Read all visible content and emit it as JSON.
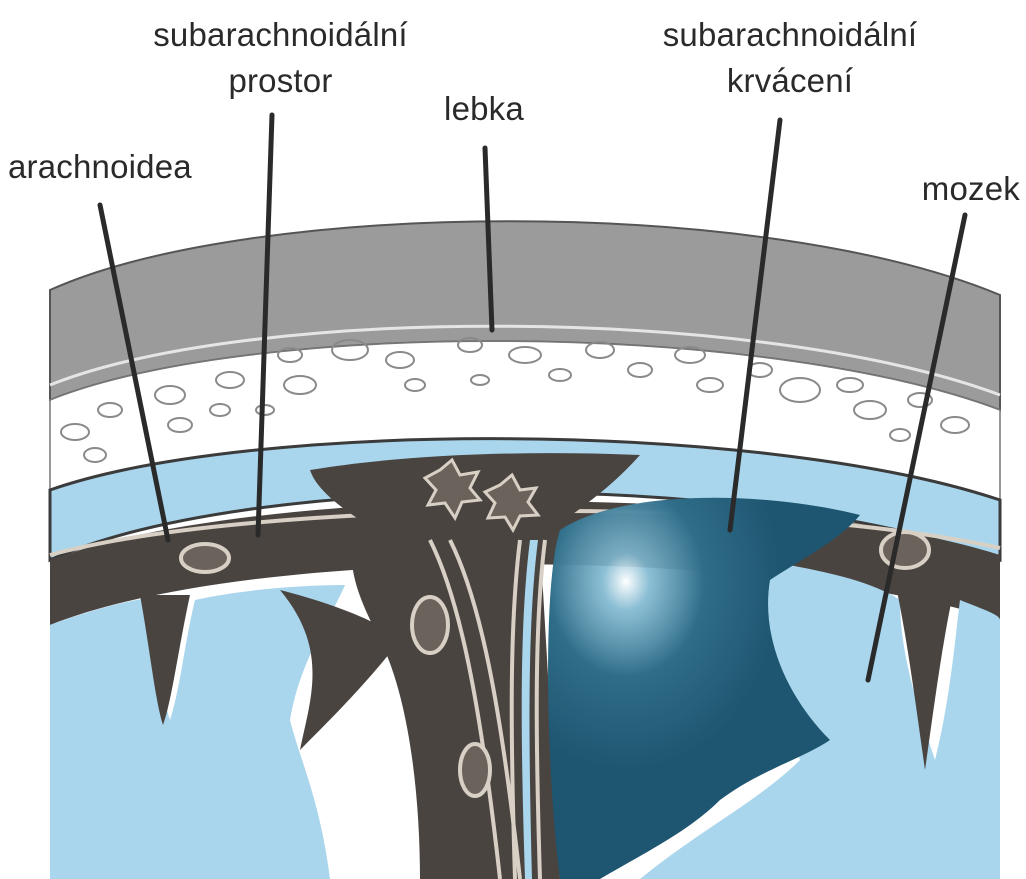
{
  "labels": {
    "arachnoidea": "arachnoidea",
    "subarachnoid_space": {
      "line1": "subarachnoidální",
      "line2": "prostor"
    },
    "skull": "lebka",
    "subarachnoid_hemorrhage": {
      "line1": "subarachnoidální",
      "line2": "krvácení"
    },
    "brain": "mozek"
  },
  "colors": {
    "background": "#ffffff",
    "skull_outer": "#9b9b9b",
    "skull_inner": "#ffffff",
    "csf_light_blue": "#a9d6ec",
    "meninges_dark": "#4a4441",
    "hemorrhage_blue": "#245d77",
    "leader_line": "#2a2a2a"
  }
}
